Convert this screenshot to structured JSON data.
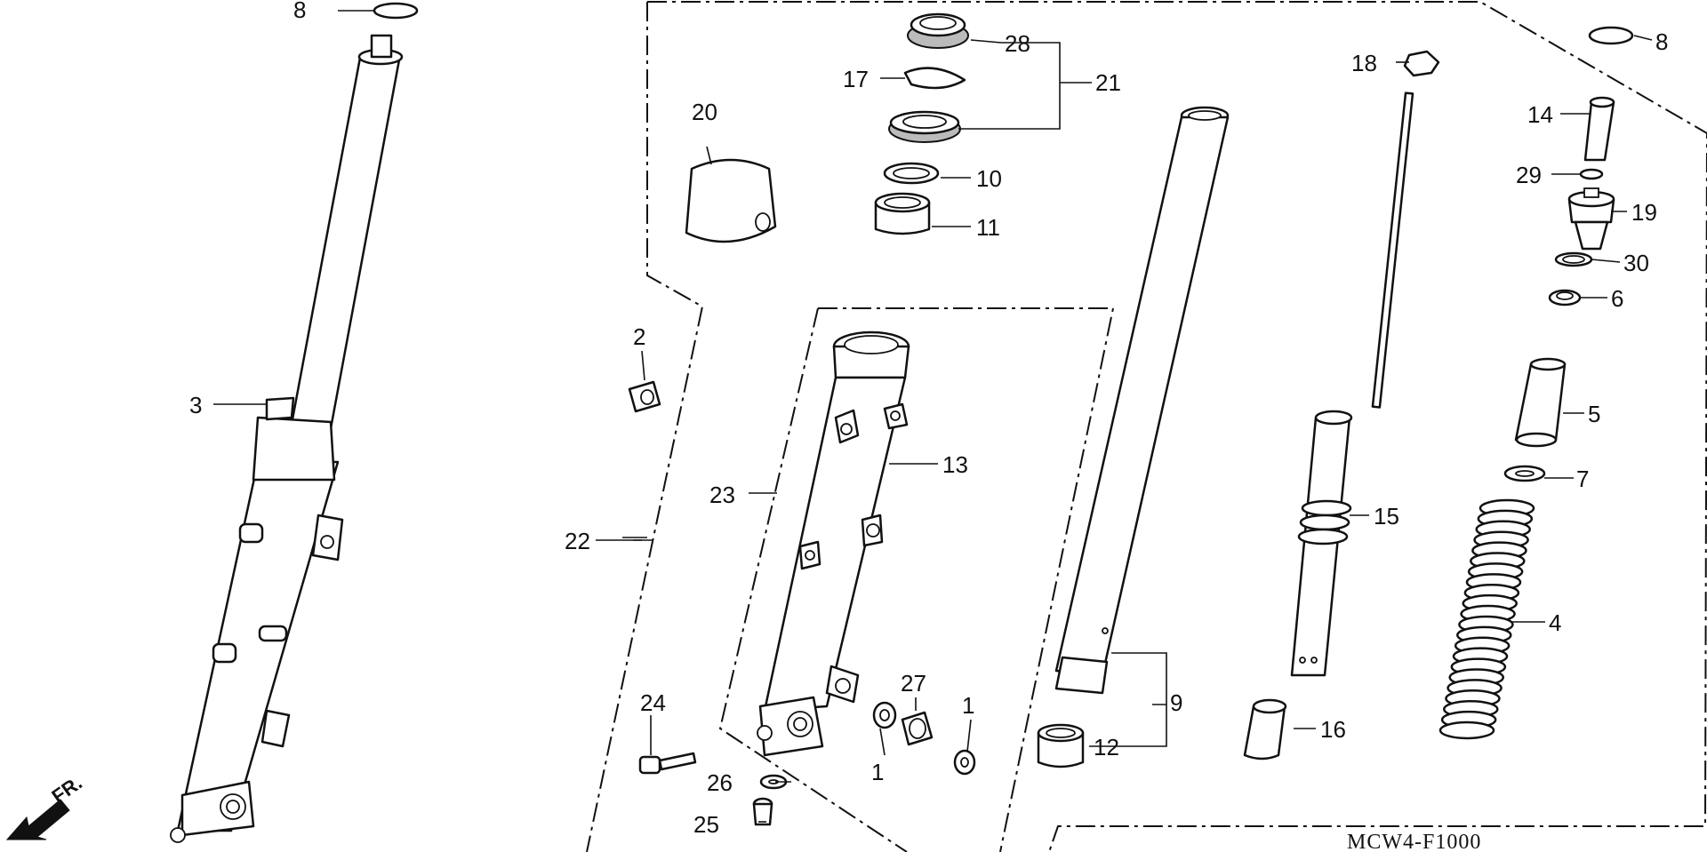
{
  "diagram": {
    "code": "MCW4-F1000",
    "direction_label": "FR.",
    "parts": {
      "p1a": "1",
      "p1b": "1",
      "p2": "2",
      "p3": "3",
      "p4": "4",
      "p5": "5",
      "p6": "6",
      "p7": "7",
      "p8a": "8",
      "p8b": "8",
      "p9": "9",
      "p10": "10",
      "p11": "11",
      "p12": "12",
      "p13": "13",
      "p14": "14",
      "p15": "15",
      "p16": "16",
      "p17": "17",
      "p18": "18",
      "p19": "19",
      "p20": "20",
      "p21": "21",
      "p22": "22",
      "p23": "23",
      "p24": "24",
      "p25": "25",
      "p26": "26",
      "p27": "27",
      "p28": "28",
      "p29": "29",
      "p30": "30"
    }
  }
}
